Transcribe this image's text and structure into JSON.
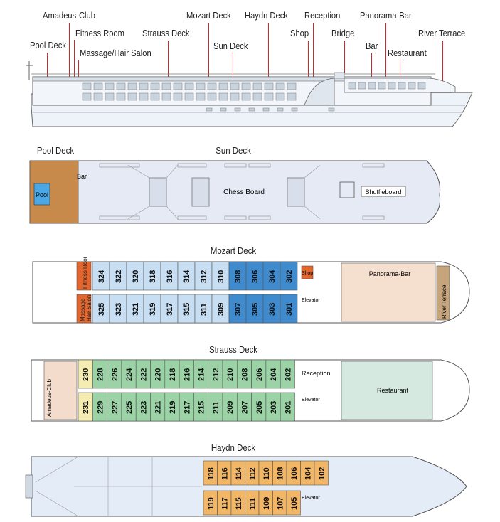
{
  "profile": {
    "callouts": [
      {
        "id": "amadeus-club",
        "text": "Amadeus-Club"
      },
      {
        "id": "fitness-room",
        "text": "Fitness Room"
      },
      {
        "id": "massage-hair-salon",
        "text": "Massage/Hair Salon"
      },
      {
        "id": "pool-deck",
        "text": "Pool Deck"
      },
      {
        "id": "strauss-deck",
        "text": "Strauss Deck"
      },
      {
        "id": "mozart-deck",
        "text": "Mozart Deck"
      },
      {
        "id": "sun-deck",
        "text": "Sun Deck"
      },
      {
        "id": "haydn-deck",
        "text": "Haydn Deck"
      },
      {
        "id": "reception",
        "text": "Reception"
      },
      {
        "id": "shop",
        "text": "Shop"
      },
      {
        "id": "bridge",
        "text": "Bridge"
      },
      {
        "id": "panorama-bar",
        "text": "Panorama-Bar"
      },
      {
        "id": "bar",
        "text": "Bar"
      },
      {
        "id": "restaurant",
        "text": "Restaurant"
      },
      {
        "id": "river-terrace",
        "text": "River Terrace"
      }
    ]
  },
  "sun_deck": {
    "title_left": "Pool Deck",
    "title": "Sun Deck",
    "pool_label": "Pool",
    "bar_label": "Bar",
    "chess_label": "Chess Board",
    "shuffle_label": "Shuffleboard"
  },
  "mozart_deck": {
    "title": "Mozart Deck",
    "top_cabins": [
      "324",
      "322",
      "320",
      "318",
      "316",
      "314",
      "312",
      "310",
      "308",
      "306",
      "304",
      "302"
    ],
    "bottom_cabins": [
      "325",
      "323",
      "321",
      "319",
      "317",
      "315",
      "311",
      "309",
      "307",
      "305",
      "303",
      "301"
    ],
    "fitness_label": "Fitness Room",
    "massage_label": "Massage",
    "hair_label": "Hair Salon",
    "shop_label": "Shop",
    "elevator_label": "Elevator",
    "panorama_label": "Panorama-Bar",
    "terrace_label": "River Terrace"
  },
  "strauss_deck": {
    "title": "Strauss Deck",
    "top_cabins": [
      "230",
      "228",
      "226",
      "224",
      "222",
      "220",
      "218",
      "216",
      "214",
      "212",
      "210",
      "208",
      "206",
      "204",
      "202"
    ],
    "bottom_cabins": [
      "231",
      "229",
      "227",
      "225",
      "223",
      "221",
      "219",
      "217",
      "215",
      "211",
      "209",
      "207",
      "205",
      "203",
      "201"
    ],
    "club_label": "Amadeus-Club",
    "reception_label": "Reception",
    "elevator_label": "Elevator",
    "restaurant_label": "Restaurant"
  },
  "haydn_deck": {
    "title": "Haydn Deck",
    "top_cabins": [
      "118",
      "116",
      "114",
      "112",
      "110",
      "108",
      "106",
      "104",
      "102"
    ],
    "bottom_cabins": [
      "119",
      "117",
      "115",
      "111",
      "109",
      "107",
      "105"
    ],
    "elevator_label": "Elevator"
  },
  "colors": {
    "mozart_light": "#c8def2",
    "mozart_dark": "#3f8bcd",
    "strauss_green": "#9bd3a6",
    "strauss_yellow": "#f4ecb3",
    "haydn_orange": "#f2b766",
    "hull": "#e4edf7",
    "red": "#cc2a2a",
    "orange_room": "#e2662e"
  }
}
